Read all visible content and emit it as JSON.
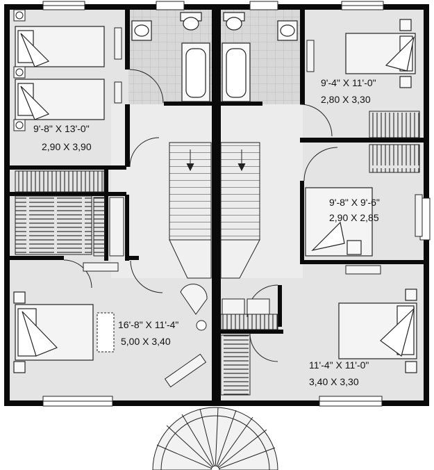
{
  "rooms": [
    {
      "imperial": "9'-8\" X 13'-0\"",
      "metric": "2,90 X 3,90"
    },
    {
      "imperial": "9'-4\" X 11'-0\"",
      "metric": "2,80 X 3,30"
    },
    {
      "imperial": "9'-8\" X 9'-6\"",
      "metric": "2,90 X 2,85"
    },
    {
      "imperial": "16'-8\" X 11'-4\"",
      "metric": "5,00 X 3,40"
    },
    {
      "imperial": "11'-4\" X 11'-0\"",
      "metric": "3,40 X 3,30"
    }
  ],
  "colors": {
    "wall": "#0a0a0a",
    "floor": "#e2e2e2",
    "bath": "#d6d6d6",
    "line": "#222222",
    "furniture": "#f4f4f4"
  }
}
